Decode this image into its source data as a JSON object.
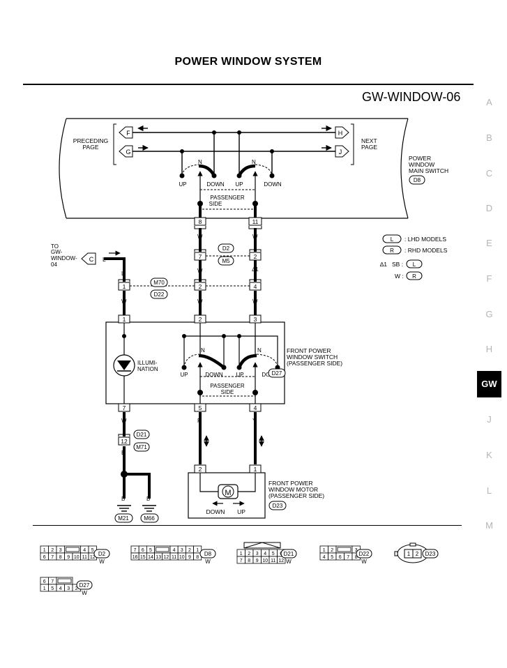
{
  "header": {
    "title": "POWER WINDOW SYSTEM",
    "code": "GW-WINDOW-06"
  },
  "side_tabs": [
    {
      "label": "A",
      "active": false
    },
    {
      "label": "B",
      "active": false
    },
    {
      "label": "C",
      "active": false
    },
    {
      "label": "D",
      "active": false
    },
    {
      "label": "E",
      "active": false
    },
    {
      "label": "F",
      "active": false
    },
    {
      "label": "G",
      "active": false
    },
    {
      "label": "H",
      "active": false
    },
    {
      "label": "GW",
      "active": true
    },
    {
      "label": "J",
      "active": false
    },
    {
      "label": "K",
      "active": false
    },
    {
      "label": "L",
      "active": false
    },
    {
      "label": "M",
      "active": false
    }
  ],
  "main_switch": {
    "preceding_page": [
      "PRECEDING",
      "PAGE"
    ],
    "next_page": [
      "NEXT",
      "PAGE"
    ],
    "left_connectors": [
      "F",
      "G"
    ],
    "right_connectors": [
      "H",
      "J"
    ],
    "name": [
      "POWER",
      "WINDOW",
      "MAIN SWITCH"
    ],
    "connector_id": "D8",
    "n_label": "N",
    "up_label": "UP",
    "down_label": "DOWN",
    "side_label": [
      "PASSENGER",
      "SIDE"
    ]
  },
  "legend": {
    "lhd": {
      "letter": "L",
      "text": ": LHD MODELS"
    },
    "rhd": {
      "letter": "R",
      "text": ": RHD MODELS"
    },
    "note_mark": "∆1",
    "note_sb": "SB :",
    "note_w": "W :"
  },
  "to_ref": {
    "lines": [
      "TO",
      "GW-",
      "WINDOW-",
      "04"
    ],
    "connector": "C",
    "letter": "L"
  },
  "wires": {
    "c8": "8",
    "c11": "11",
    "c7": "7",
    "c2a": "2",
    "j_d2": "D2",
    "j_m5": "M5",
    "star_label": "∆1",
    "c1": "1",
    "c2b": "2",
    "c4": "4",
    "j_m70": "M70",
    "j_d22": "D22",
    "w": "W",
    "l": "L",
    "r": "R",
    "y": "Y",
    "b": "B"
  },
  "front_switch": {
    "pins_top": [
      "1",
      "2",
      "3"
    ],
    "pins_bottom": [
      "7",
      "5",
      "4"
    ],
    "name": [
      "FRONT POWER",
      "WINDOW SWITCH",
      "(PASSENGER SIDE)"
    ],
    "connector_id": "D27",
    "illum": [
      "ILLUMI-",
      "NATION"
    ],
    "n_label": "N",
    "up_label": "UP",
    "down_label": "DOWN",
    "side_label": [
      "PASSENGER",
      "SIDE"
    ]
  },
  "joint2": {
    "pin": "12",
    "top": "D21",
    "bottom": "M71"
  },
  "grounds": [
    "M21",
    "M66"
  ],
  "motor": {
    "pins": [
      "2",
      "1"
    ],
    "name": [
      "FRONT POWER",
      "WINDOW MOTOR",
      "(PASSENGER SIDE)"
    ],
    "connector_id": "D23",
    "symbol": "M",
    "down_label": "DOWN",
    "up_label": "UP"
  },
  "connector_views": [
    {
      "id": "D2",
      "color": "W",
      "rows": [
        [
          "1",
          "2",
          "3",
          "",
          "4",
          "5"
        ],
        [
          "6",
          "7",
          "8",
          "9",
          "10",
          "11",
          "12"
        ]
      ]
    },
    {
      "id": "D8",
      "color": "W",
      "rows": [
        [
          "7",
          "6",
          "5",
          "",
          "4",
          "3",
          "2",
          "1"
        ],
        [
          "16",
          "15",
          "14",
          "13",
          "12",
          "11",
          "10",
          "9",
          "8"
        ]
      ]
    },
    {
      "id": "D21",
      "color": "W",
      "rows": [
        [
          "1",
          "2",
          "3",
          "4",
          "5",
          "6"
        ],
        [
          "7",
          "8",
          "9",
          "10",
          "11",
          "12"
        ]
      ]
    },
    {
      "id": "D22",
      "color": "W",
      "rows": [
        [
          "1",
          "2",
          "",
          "3"
        ],
        [
          "4",
          "5",
          "6",
          "7",
          "8"
        ]
      ]
    },
    {
      "id": "D23",
      "color": "",
      "rows": [
        [
          "1",
          "2"
        ]
      ]
    },
    {
      "id": "D27",
      "color": "W",
      "rows": [
        [
          "6",
          "7",
          ""
        ],
        [
          "1",
          "5",
          "4",
          "3",
          "2"
        ]
      ]
    }
  ]
}
